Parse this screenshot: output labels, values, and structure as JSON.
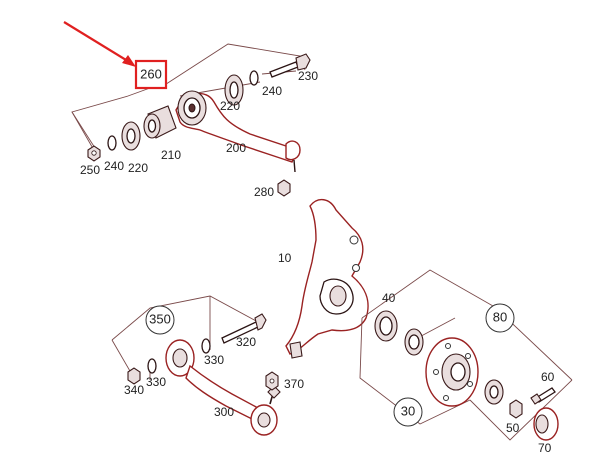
{
  "colors": {
    "highlight": "#e02020",
    "part_ink": "#9a2222",
    "leader": "#7a4a4a",
    "label": "#222222"
  },
  "highlighted_part": "260",
  "labels": {
    "p10": "10",
    "p30": "30",
    "p40": "40",
    "p50": "50",
    "p60": "60",
    "p70": "70",
    "p80": "80",
    "p200": "200",
    "p210": "210",
    "p220a": "220",
    "p220b": "220",
    "p230": "230",
    "p240a": "240",
    "p240b": "240",
    "p250": "250",
    "p260": "260",
    "p280": "280",
    "p300": "300",
    "p320": "320",
    "p330a": "330",
    "p330b": "330",
    "p340": "340",
    "p350": "350",
    "p370": "370"
  }
}
